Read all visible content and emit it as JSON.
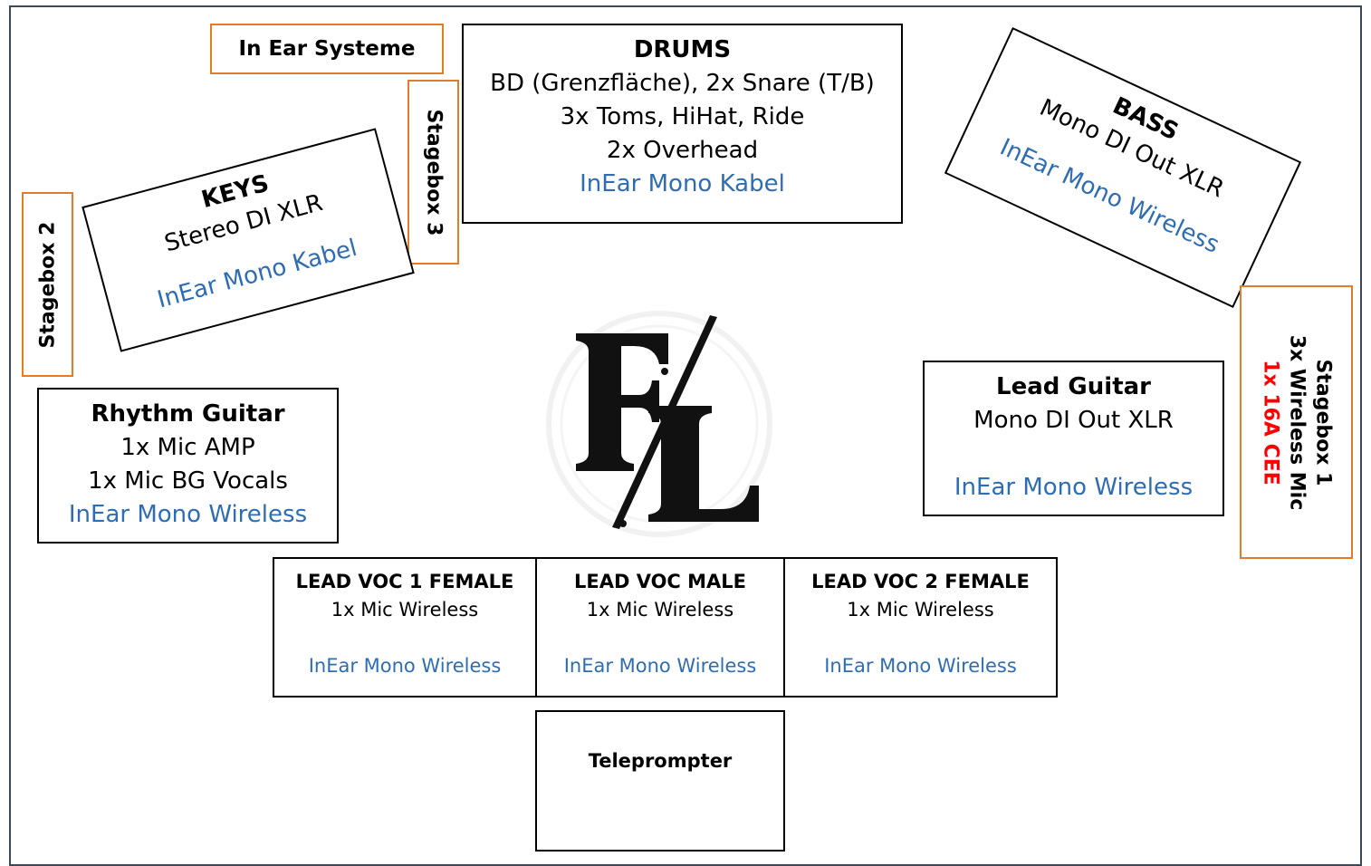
{
  "drums": {
    "title": "DRUMS",
    "lines": [
      "BD (Grenzfläche), 2x Snare (T/B)",
      "3x Toms, HiHat, Ride",
      "2x Overhead"
    ],
    "inear": "InEar Mono Kabel"
  },
  "inear_systems": {
    "label": "In Ear Systeme"
  },
  "stagebox_3": {
    "label": "Stagebox 3"
  },
  "stagebox_2": {
    "label": "Stagebox 2"
  },
  "stagebox_1": {
    "lines": [
      "Stagebox 1",
      "3x Wireless Mic",
      "1x 16A CEE"
    ]
  },
  "keys": {
    "title": "KEYS",
    "line": "Stereo DI XLR",
    "inear": "InEar Mono Kabel"
  },
  "bass": {
    "title": "BASS",
    "line": "Mono DI Out XLR",
    "inear": "InEar Mono Wireless"
  },
  "rhythm_guitar": {
    "title": "Rhythm Guitar",
    "lines": [
      "1x Mic AMP",
      "1x Mic BG Vocals"
    ],
    "inear": "InEar Mono Wireless"
  },
  "lead_guitar": {
    "title": "Lead Guitar",
    "line": "Mono DI Out XLR",
    "inear": "InEar Mono Wireless"
  },
  "lead_voc_1": {
    "title": "LEAD VOC 1 FEMALE",
    "line": "1x Mic Wireless",
    "inear": "InEar Mono Wireless"
  },
  "lead_voc_male": {
    "title": "LEAD VOC MALE",
    "line": "1x Mic Wireless",
    "inear": "InEar Mono Wireless"
  },
  "lead_voc_2": {
    "title": "LEAD VOC 2 FEMALE",
    "line": "1x Mic Wireless",
    "inear": "InEar Mono Wireless"
  },
  "teleprompter": {
    "label": "Teleprompter"
  },
  "logo": {
    "letters": "F L"
  },
  "colors": {
    "accent_box": "#e27b2c",
    "inear_text": "#2e6db4",
    "power_text": "#ff0000",
    "frame": "#3b4a5a"
  }
}
